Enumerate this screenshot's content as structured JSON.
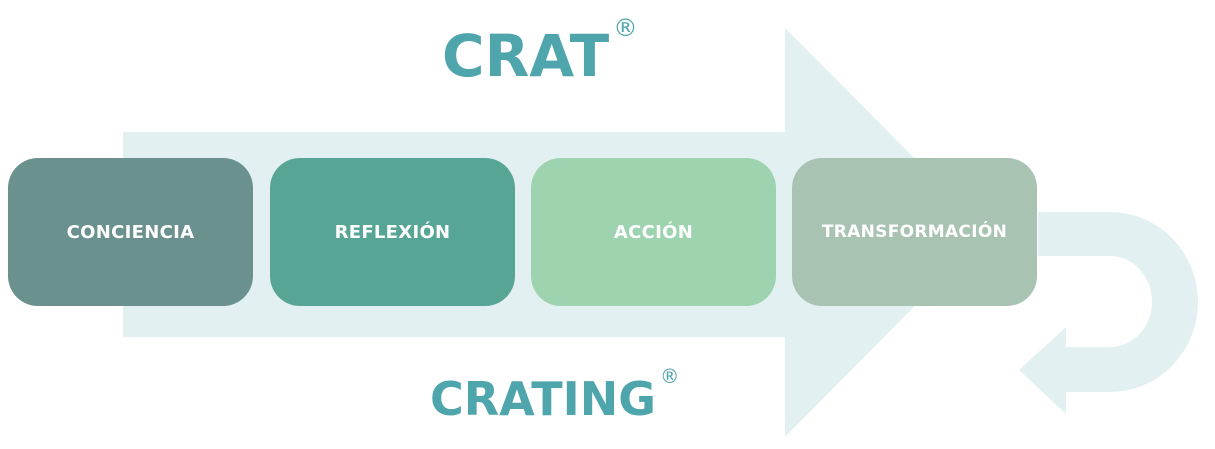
{
  "title_top": {
    "text": "CRAT",
    "mark": "®"
  },
  "title_bottom": {
    "text": "CRATING",
    "mark": "®"
  },
  "steps": [
    {
      "label": "CONCIENCIA",
      "color": "#6a918e"
    },
    {
      "label": "REFLEXIÓN",
      "color": "#57a595"
    },
    {
      "label": "ACCIÓN",
      "color": "#9dd3ae"
    },
    {
      "label": "TRANSFORMACIÓN",
      "color": "#a9c3b2"
    }
  ],
  "colors": {
    "arrow": "#e2f0f1",
    "brand": "#4ea5ac"
  }
}
